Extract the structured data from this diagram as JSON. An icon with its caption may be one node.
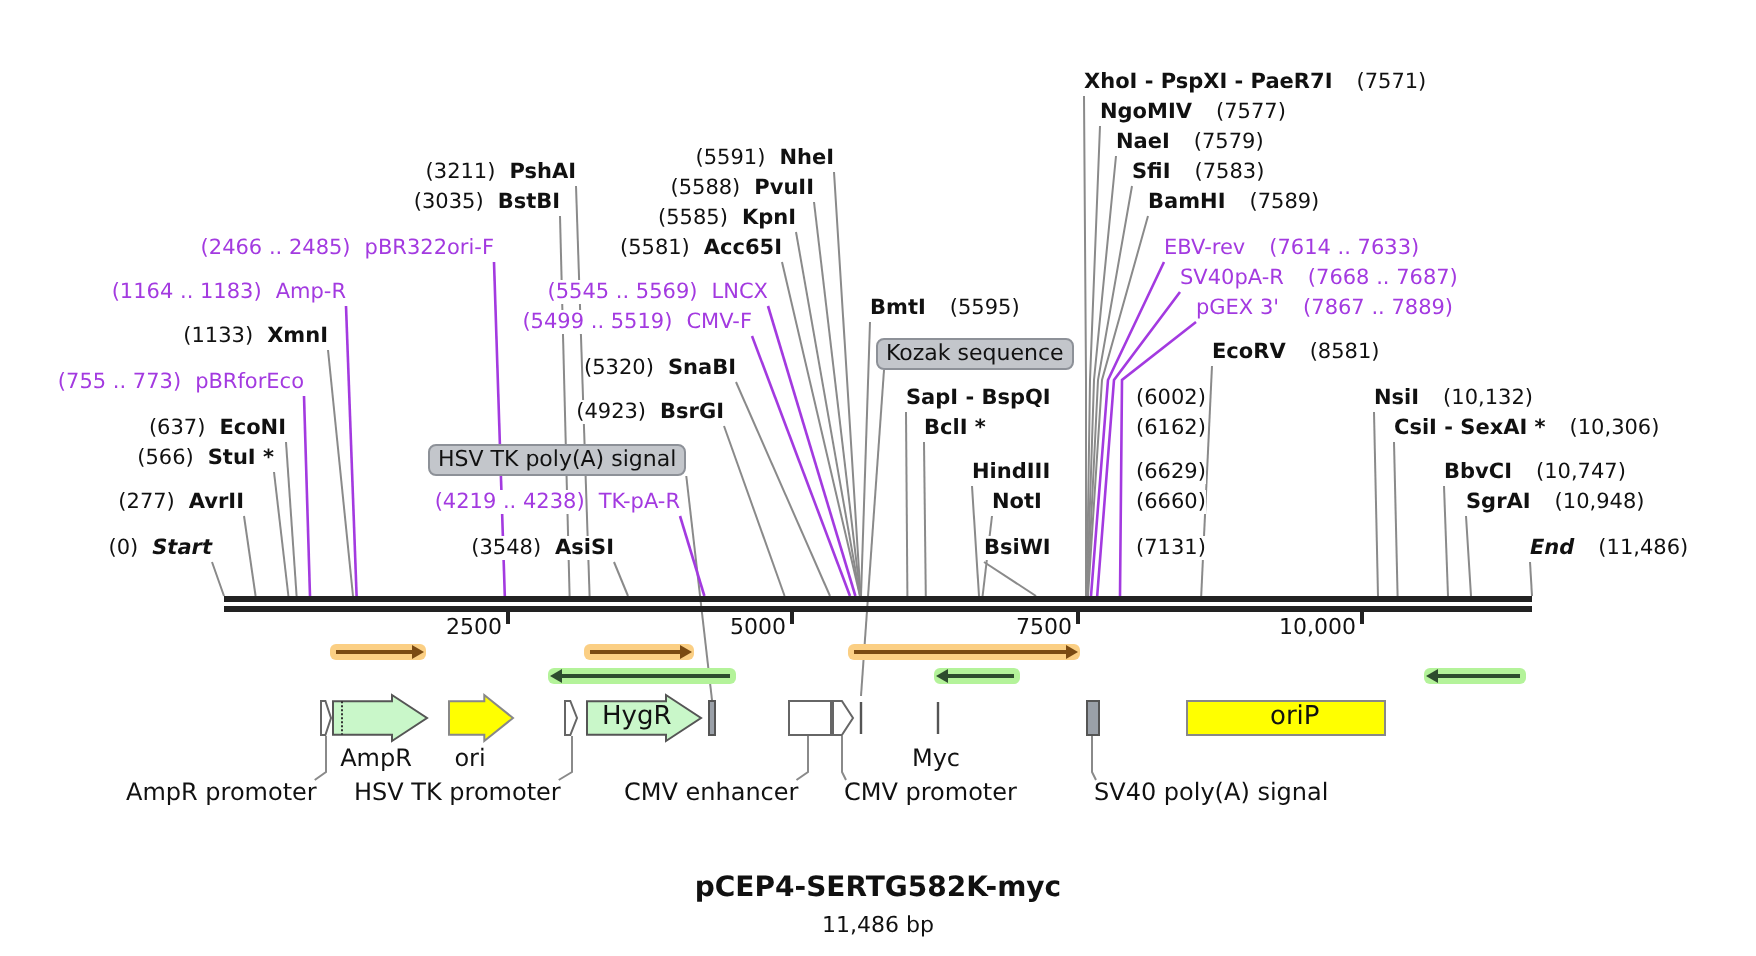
{
  "diagram": {
    "title": "pCEP4-SERTG582K-myc",
    "nodes": [
      {
        "text": [],
        "shape": "bar"
      },
      {
        "text": [
          "XhoI - PspXI - PaeR7I",
          "(7571)"
        ]
      },
      {
        "text": [
          "NgoMIV",
          "(7577)"
        ]
      },
      {
        "text": [
          "NaeI",
          "(7579)"
        ]
      },
      {
        "text": [
          "(5591)",
          "NheI"
        ]
      },
      {
        "text": [
          "(3211)",
          "PshAI"
        ]
      },
      {
        "text": [
          "SfiI",
          "(7583)"
        ]
      },
      {
        "text": [
          "(5588)",
          "PvuII"
        ]
      },
      {
        "text": [
          "(3035)",
          "BstBI"
        ]
      },
      {
        "text": [
          "BamHI",
          "(7589)"
        ]
      },
      {
        "text": [
          "(5585)",
          "KpnI"
        ]
      },
      {
        "text": [
          "(2466 .. 2485)",
          "pBR322ori-F"
        ]
      },
      {
        "text": [
          "(5581)",
          "Acc65I"
        ]
      },
      {
        "text": [
          "EBV-rev",
          "(7614 .. 7633)"
        ]
      },
      {
        "text": [
          "SV40pA-R",
          "(7668 .. 7687)"
        ]
      },
      {
        "text": [
          "(1164 .. 1183)",
          "Amp-R"
        ]
      },
      {
        "text": [
          "(5545 .. 5569)",
          "LNCX"
        ]
      },
      {
        "text": [
          "BmtI",
          "(5595)"
        ]
      },
      {
        "text": [
          "pGEX 3'",
          "(7867 .. 7889)"
        ]
      },
      {
        "text": [
          "(5499 .. 5519)",
          "CMV-F"
        ]
      },
      {
        "text": [
          "(1133)",
          "XmnI"
        ]
      },
      {
        "text": [
          "Kozak sequence"
        ]
      },
      {
        "text": [
          "EcoRV",
          "(8581)"
        ]
      },
      {
        "text": [
          "(5320)",
          "SnaBI"
        ]
      },
      {
        "text": [
          "(755 .. 773)",
          "pBRforEco"
        ]
      },
      {
        "text": [
          "SapI - BspQI",
          "(6002)"
        ]
      },
      {
        "text": [
          "NsiI",
          "(10,132)"
        ]
      },
      {
        "text": [
          "(4923)",
          "BsrGI"
        ]
      },
      {
        "text": [
          "(637)",
          "EcoNI"
        ]
      },
      {
        "text": [
          "BclI *",
          "(6162)"
        ]
      },
      {
        "text": [
          "CsiI - SexAI *",
          "(10,306)"
        ]
      },
      {
        "text": [
          "(566)",
          "StuI *"
        ]
      },
      {
        "text": [
          "HSV TK poly(A) signal"
        ]
      },
      {
        "text": [
          "HindIII",
          "(6629)"
        ]
      },
      {
        "text": [
          "BbvCI",
          "(10,747)"
        ]
      },
      {
        "text": [
          "(277)",
          "AvrII"
        ]
      },
      {
        "text": [
          "(4219 .. 4238)",
          "TK-pA-R"
        ]
      },
      {
        "text": [
          "NotI",
          "(6660)"
        ]
      },
      {
        "text": [
          "SgrAI",
          "(10,948)"
        ]
      },
      {
        "text": [
          "(0)",
          "Start"
        ]
      },
      {
        "text": [
          "(3548)",
          "AsiSI"
        ]
      },
      {
        "text": [
          "BsiWI",
          "(7131)"
        ]
      },
      {
        "text": [
          "End",
          "(11,486)"
        ]
      },
      {
        "text": [],
        "shape": "arrow"
      },
      {
        "text": [],
        "shape": "arrow"
      },
      {
        "text": [],
        "shape": "arrow"
      },
      {
        "text": [],
        "shape": "arrow"
      },
      {
        "text": [],
        "shape": "arrow"
      },
      {
        "text": [],
        "shape": "arrow"
      },
      {
        "text": [],
        "shape": "arrow"
      },
      {
        "text": [
          "AmpR"
        ]
      },
      {
        "text": [
          "ori"
        ]
      },
      {
        "text": [],
        "shape": "arrow"
      },
      {
        "text": [
          "HygR"
        ]
      },
      {
        "text": [],
        "shape": "box"
      },
      {
        "text": [],
        "shape": "box"
      },
      {
        "text": [],
        "shape": "arrow"
      },
      {
        "text": [],
        "shape": "line"
      },
      {
        "text": [
          "Myc"
        ]
      },
      {
        "text": [],
        "shape": "box"
      },
      {
        "text": [
          "oriP"
        ]
      },
      {
        "text": [
          "AmpR promoter"
        ]
      },
      {
        "text": [
          "HSV TK promoter"
        ]
      },
      {
        "text": [
          "CMV enhancer"
        ]
      },
      {
        "text": [
          "CMV promoter"
        ]
      },
      {
        "text": [
          "SV40 poly(A) signal"
        ]
      }
    ],
    "edges": [
      {
        "from": 1,
        "to": 0,
        "arrow": "none"
      },
      {
        "from": 2,
        "to": 0,
        "arrow": "none"
      },
      {
        "from": 3,
        "to": 0,
        "arrow": "none"
      },
      {
        "from": 4,
        "to": 0,
        "arrow": "none"
      },
      {
        "from": 5,
        "to": 0,
        "arrow": "none"
      },
      {
        "from": 6,
        "to": 0,
        "arrow": "none"
      },
      {
        "from": 7,
        "to": 0,
        "arrow": "none"
      },
      {
        "from": 8,
        "to": 0,
        "arrow": "none"
      },
      {
        "from": 9,
        "to": 0,
        "arrow": "none"
      },
      {
        "from": 10,
        "to": 0,
        "arrow": "none"
      },
      {
        "from": 11,
        "to": 0,
        "arrow": "none",
        "color": "#a33ae0"
      },
      {
        "from": 12,
        "to": 0,
        "arrow": "none"
      },
      {
        "from": 13,
        "to": 0,
        "arrow": "none",
        "color": "#a33ae0"
      },
      {
        "from": 14,
        "to": 0,
        "arrow": "none",
        "color": "#a33ae0"
      },
      {
        "from": 15,
        "to": 0,
        "arrow": "none",
        "color": "#a33ae0"
      },
      {
        "from": 16,
        "to": 0,
        "arrow": "none",
        "color": "#a33ae0"
      },
      {
        "from": 17,
        "to": 0,
        "arrow": "none"
      },
      {
        "from": 18,
        "to": 0,
        "arrow": "none",
        "color": "#a33ae0"
      },
      {
        "from": 19,
        "to": 0,
        "arrow": "none",
        "color": "#a33ae0"
      },
      {
        "from": 20,
        "to": 0,
        "arrow": "none"
      },
      {
        "from": 21,
        "to": 57,
        "arrow": "none"
      },
      {
        "from": 22,
        "to": 0,
        "arrow": "none"
      },
      {
        "from": 23,
        "to": 0,
        "arrow": "none"
      },
      {
        "from": 24,
        "to": 0,
        "arrow": "none",
        "color": "#a33ae0"
      },
      {
        "from": 25,
        "to": 0,
        "arrow": "none"
      },
      {
        "from": 26,
        "to": 0,
        "arrow": "none"
      },
      {
        "from": 27,
        "to": 0,
        "arrow": "none"
      },
      {
        "from": 28,
        "to": 0,
        "arrow": "none"
      },
      {
        "from": 29,
        "to": 0,
        "arrow": "none"
      },
      {
        "from": 30,
        "to": 0,
        "arrow": "none"
      },
      {
        "from": 31,
        "to": 0,
        "arrow": "none"
      },
      {
        "from": 32,
        "to": 54,
        "arrow": "none"
      },
      {
        "from": 33,
        "to": 0,
        "arrow": "none"
      },
      {
        "from": 34,
        "to": 0,
        "arrow": "none"
      },
      {
        "from": 35,
        "to": 0,
        "arrow": "none"
      },
      {
        "from": 36,
        "to": 0,
        "arrow": "none",
        "color": "#a33ae0"
      },
      {
        "from": 37,
        "to": 0,
        "arrow": "none"
      },
      {
        "from": 38,
        "to": 0,
        "arrow": "none"
      },
      {
        "from": 39,
        "to": 0,
        "arrow": "none"
      },
      {
        "from": 40,
        "to": 0,
        "arrow": "none"
      },
      {
        "from": 41,
        "to": 0,
        "arrow": "none"
      },
      {
        "from": 42,
        "to": 0,
        "arrow": "none"
      },
      {
        "from": 61,
        "to": 49,
        "arrow": "none"
      },
      {
        "from": 62,
        "to": 52,
        "arrow": "none"
      },
      {
        "from": 63,
        "to": 55,
        "arrow": "none"
      },
      {
        "from": 64,
        "to": 56,
        "arrow": "none"
      },
      {
        "from": 65,
        "to": 59,
        "arrow": "none"
      }
    ],
    "labels": [
      "2500",
      "5000",
      "7500",
      "10,000",
      "11,486 bp"
    ]
  }
}
